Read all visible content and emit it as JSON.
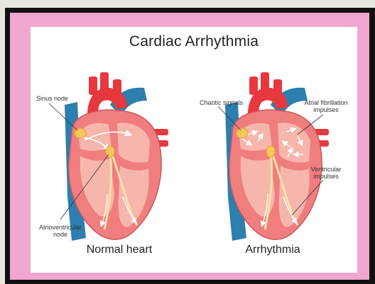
{
  "title": "Cardiac Arrhythmia",
  "colors": {
    "outer_background": "#e9e6dc",
    "frame": "#111111",
    "mat": "#f0a6cf",
    "card": "#ffffff",
    "aorta_red": "#e8383f",
    "vena_cava_blue": "#2c7fae",
    "myocardium": "#f07e7e",
    "chamber": "#f7b6ac",
    "node_yellow": "#f5c65a",
    "signal_path": "#f7e2a6"
  },
  "panels": [
    {
      "caption": "Normal heart",
      "labels": {
        "sinus_node": "Sinus node",
        "av_node_line1": "Atrioventricular",
        "av_node_line2": "node"
      }
    },
    {
      "caption": "Arrhythmia",
      "labels": {
        "chaotic": "Chaotic signals",
        "af_line1": "Atrial fibrillation",
        "af_line2": "impulses",
        "vent_line1": "Ventricular",
        "vent_line2": "impulses"
      }
    }
  ]
}
